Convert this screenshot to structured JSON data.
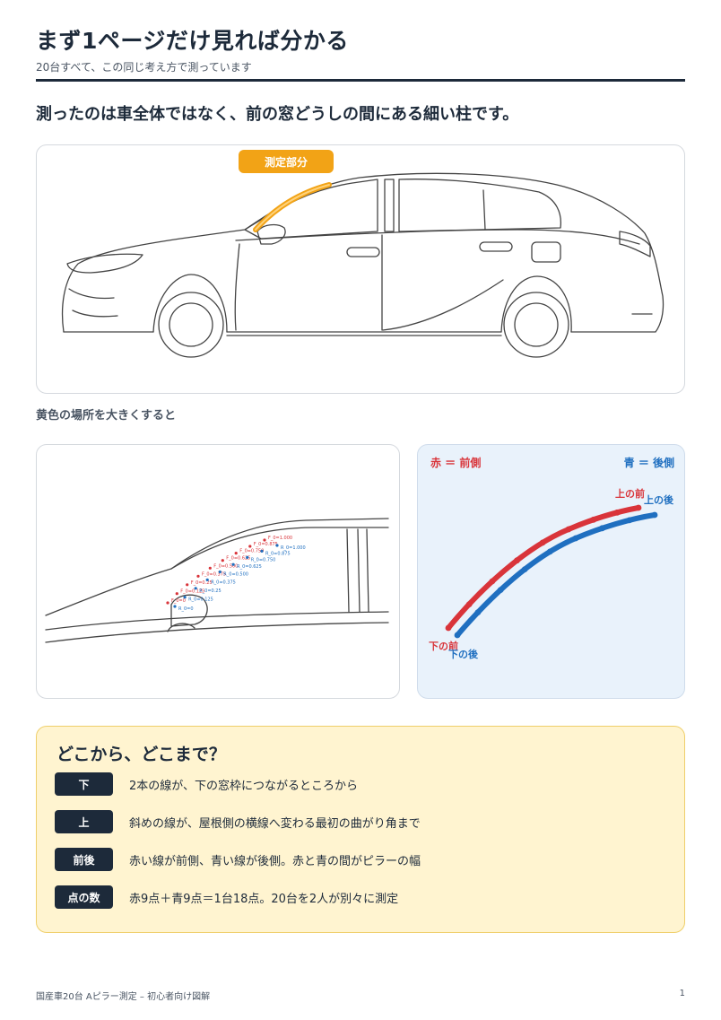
{
  "header": {
    "title": "まず1ページだけ見れば分かる",
    "subtitle": "20台すべて、この同じ考え方で測っています"
  },
  "lead": "測ったのは車全体ではなく、前の窓どうしの間にある細い柱です。",
  "car_card": {
    "tag": "測定部分",
    "accent": "#f2a316"
  },
  "zoom_caption": "黄色の場所を大きくすると",
  "zoom_labels": {
    "front": [
      "F_0=0",
      "F_0=0.125",
      "F_0=0.25",
      "F_0=0.375",
      "F_0=0.500",
      "F_0=0.625",
      "F_0=0.750",
      "F_0=0.875",
      "F_0=1.000"
    ],
    "rear": [
      "R_0=0",
      "R_0=0.125",
      "R_0=0.25",
      "R_0=0.375",
      "R_0=0.500",
      "R_0=0.625",
      "R_0=0.750",
      "R_0=0.875",
      "R_0=1.000"
    ]
  },
  "diagram": {
    "legend_red": "赤 ＝ 前側",
    "legend_blue": "青 ＝ 後側",
    "top_front": "上の前",
    "top_rear": "上の後",
    "bottom_front": "下の前",
    "bottom_rear": "下の後",
    "colors": {
      "red": "#d9343a",
      "blue": "#1f6fc0"
    }
  },
  "info": {
    "title": "どこから、どこまで？",
    "rows": [
      {
        "tag": "下",
        "text": "2本の線が、下の窓枠につながるところから"
      },
      {
        "tag": "上",
        "text": "斜めの線が、屋根側の横線へ変わる最初の曲がり角まで"
      },
      {
        "tag": "前後",
        "text": "赤い線が前側、青い線が後側。赤と青の間がピラーの幅"
      },
      {
        "tag": "点の数",
        "text": "赤9点＋青9点＝1台18点。20台を2人が別々に測定"
      }
    ]
  },
  "footer": {
    "left": "国産車20台 Aピラー測定 – 初心者向け図解",
    "page": "1"
  }
}
